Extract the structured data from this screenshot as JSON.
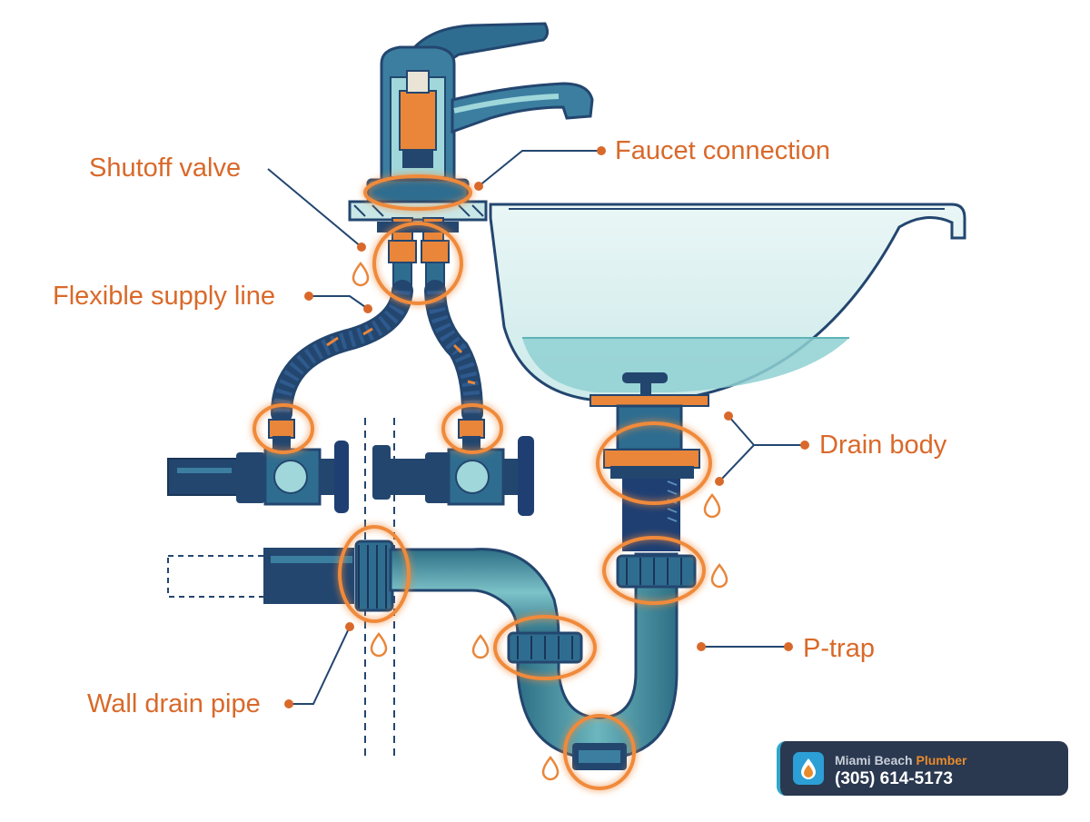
{
  "labels": {
    "shutoff_valve": "Shutoff valve",
    "flexible_supply_line": "Flexible supply line",
    "faucet_connection": "Faucet connection",
    "drain_body": "Drain body",
    "p_trap": "P-trap",
    "wall_drain_pipe": "Wall drain pipe"
  },
  "badge": {
    "company_prefix": "Miami Beach ",
    "company_accent": "Plumber",
    "phone": "(305) 614-5173"
  },
  "colors": {
    "label_orange": "#d9692a",
    "pipe_navy": "#1f3f73",
    "water_teal": "#8fd0d2",
    "outline": "#23466f",
    "glow_orange": "#f08a3a",
    "badge_bg": "#2a3850",
    "badge_accent": "#e98b2c"
  }
}
